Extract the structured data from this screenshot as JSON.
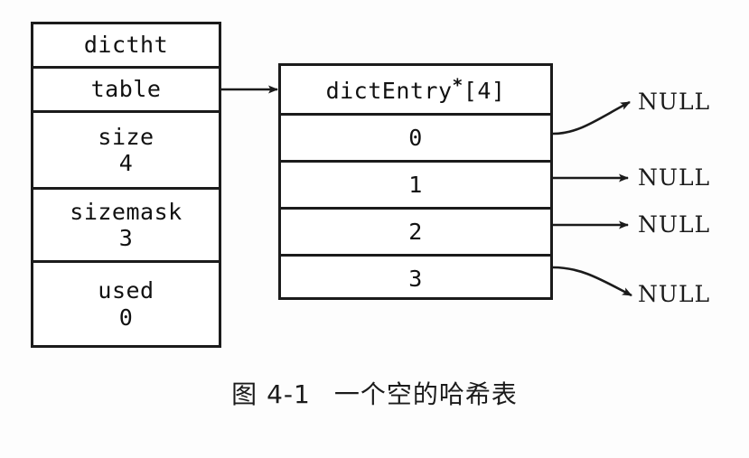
{
  "figure": {
    "caption_number": "图 4-1",
    "caption_text": "一个空的哈希表"
  },
  "dictht": {
    "title": "dictht",
    "fields": [
      {
        "name": "table",
        "value": ""
      },
      {
        "name": "size",
        "value": "4"
      },
      {
        "name": "sizemask",
        "value": "3"
      },
      {
        "name": "used",
        "value": "0"
      }
    ]
  },
  "bucket_array": {
    "header_prefix": "dictEntry",
    "header_star": "*",
    "header_suffix": "[4]",
    "header_full": "dictEntry*[4]",
    "slots": [
      "0",
      "1",
      "2",
      "3"
    ]
  },
  "pointers": [
    {
      "from_slot": "0",
      "target": "NULL"
    },
    {
      "from_slot": "1",
      "target": "NULL"
    },
    {
      "from_slot": "2",
      "target": "NULL"
    },
    {
      "from_slot": "3",
      "target": "NULL"
    }
  ],
  "colors": {
    "ink": "#1b1b1b",
    "paper": "#fdfdfd"
  }
}
